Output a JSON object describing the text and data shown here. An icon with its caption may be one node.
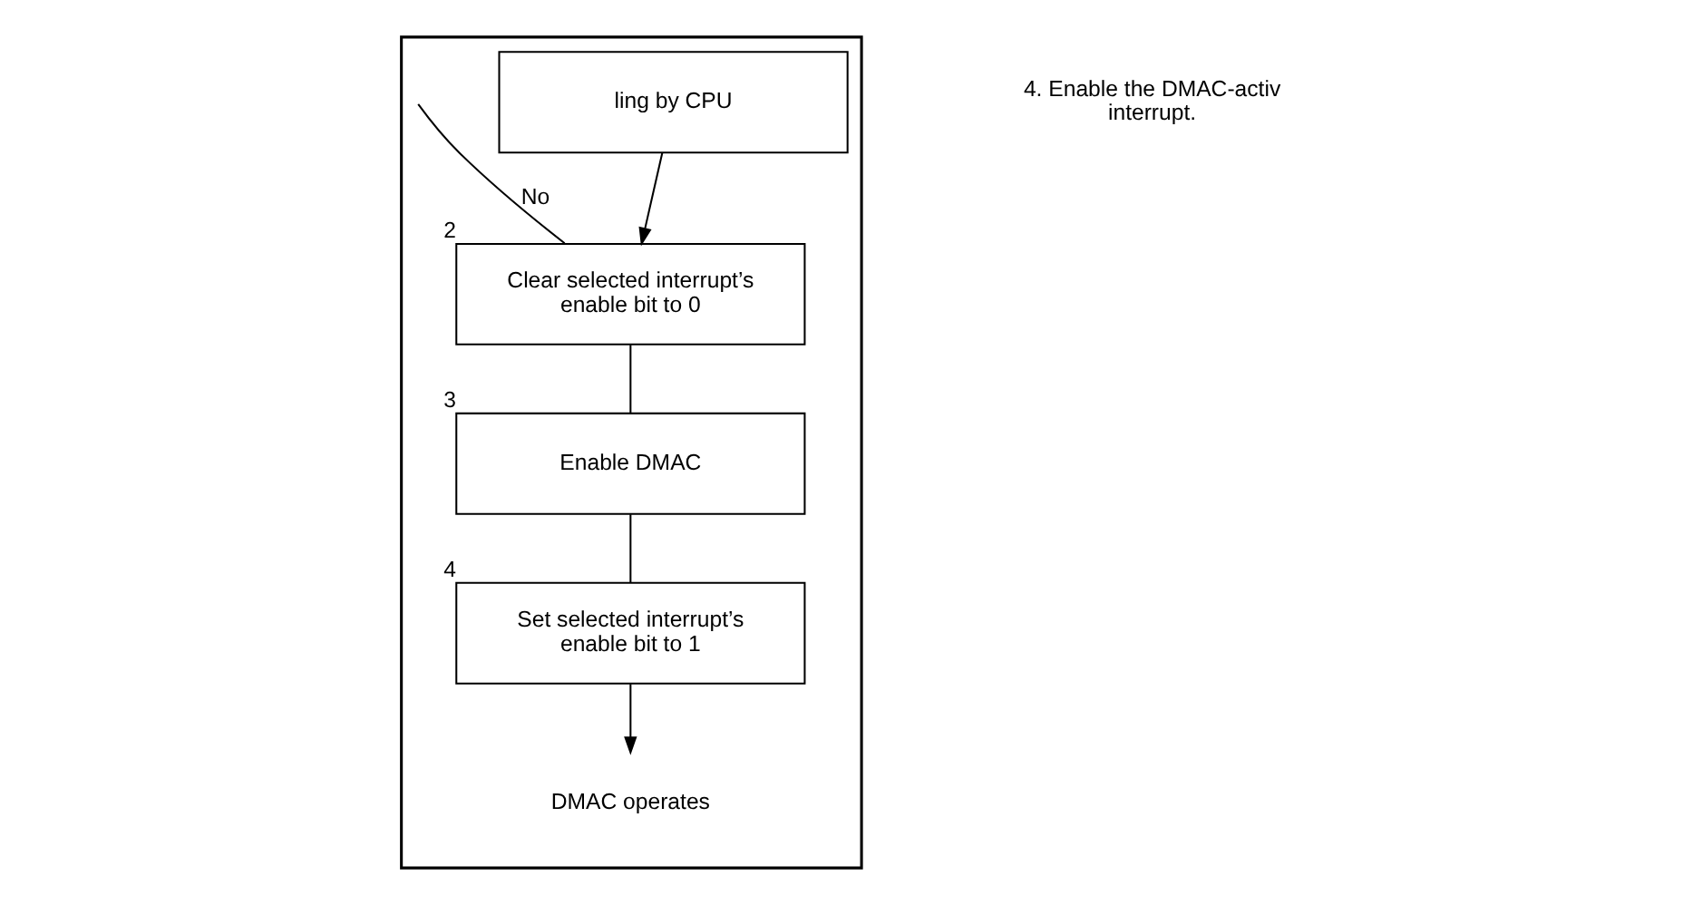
{
  "diagram": {
    "nodes": [
      {
        "text": [],
        "shape": "box"
      },
      {
        "text": [
          "ling by CPU"
        ],
        "in": 0
      },
      {
        "text": [
          "Clear selected interrupt’s enable bit to 0"
        ],
        "beside": [
          "2"
        ],
        "in": 0
      },
      {
        "text": [
          "Enable DMAC"
        ],
        "beside": [
          "3"
        ],
        "in": 0
      },
      {
        "text": [
          "Set selected interrupt’s enable bit to 1"
        ],
        "beside": [
          "4"
        ],
        "in": 0
      },
      {
        "text": [
          "DMAC operates"
        ],
        "in": 0
      }
    ],
    "edges": [
      {
        "from": null,
        "to": 2,
        "arrow": "none",
        "label": "No"
      },
      {
        "from": 1,
        "to": 2,
        "arrow": "to"
      },
      {
        "from": 2,
        "to": 3,
        "arrow": "none"
      },
      {
        "from": 3,
        "to": 4,
        "arrow": "none"
      },
      {
        "from": 4,
        "to": 5,
        "arrow": "to"
      }
    ],
    "labels": [
      "4. Enable the DMAC-activ interrupt."
    ]
  }
}
